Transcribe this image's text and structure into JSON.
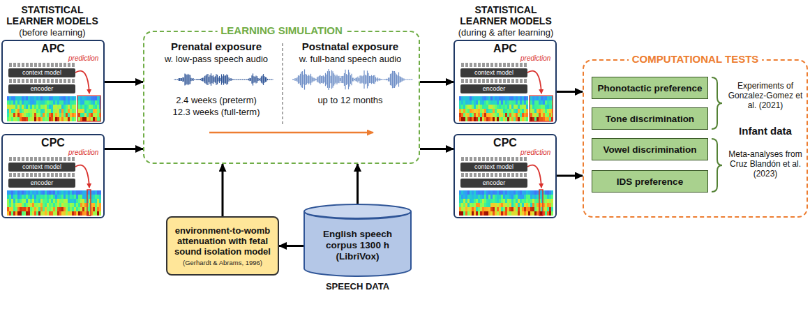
{
  "diagram": {
    "nodes": [
      {
        "text": [
          "APC"
        ]
      },
      {
        "text": [
          "context model"
        ],
        "in": 0
      },
      {
        "text": [
          "encoder"
        ],
        "in": 0
      },
      {
        "text": [
          "CPC"
        ]
      },
      {
        "text": [
          "context model"
        ],
        "in": 3
      },
      {
        "text": [
          "encoder"
        ],
        "in": 3
      },
      {
        "text": [
          "LEARNING SIMULATION",
          "Prenatal exposure",
          "w. low-pass speech audio",
          "2.4 weeks (preterm)",
          "12.3 weeks (full-term)",
          "Postnatal exposure",
          "w. full-band speech audio",
          "up to 12 months"
        ]
      },
      {
        "text": [
          "APC"
        ]
      },
      {
        "text": [
          "context model"
        ],
        "in": 7
      },
      {
        "text": [
          "encoder"
        ],
        "in": 7
      },
      {
        "text": [
          "CPC"
        ]
      },
      {
        "text": [
          "context model"
        ],
        "in": 10
      },
      {
        "text": [
          "encoder"
        ],
        "in": 10
      },
      {
        "text": [
          "COMPUTATIONAL TESTS"
        ]
      },
      {
        "text": [
          "Phonotactic preference"
        ],
        "in": 13
      },
      {
        "text": [
          "Tone discrimination"
        ],
        "in": 13
      },
      {
        "text": [
          "Vowel discrimination"
        ],
        "in": 13
      },
      {
        "text": [
          "IDS preference"
        ],
        "in": 13
      },
      {
        "text": [
          "environment-to-womb attenuation with fetal sound isolation model",
          "(Gerhardt & Abrams, 1996)"
        ]
      },
      {
        "text": [
          "English speech corpus 1300 h (LibriVox)"
        ]
      }
    ],
    "edges": [
      {
        "from": 0,
        "to": 6,
        "arrow": "to"
      },
      {
        "from": 3,
        "to": 6,
        "arrow": "to"
      },
      {
        "from": 6,
        "to": 7,
        "arrow": "to"
      },
      {
        "from": 6,
        "to": 10,
        "arrow": "to"
      },
      {
        "from": 7,
        "to": 13,
        "arrow": "to"
      },
      {
        "from": 10,
        "to": 13,
        "arrow": "to"
      },
      {
        "from": 18,
        "to": 6,
        "arrow": "to"
      },
      {
        "from": 19,
        "to": 6,
        "arrow": "to"
      },
      {
        "from": 19,
        "to": 18,
        "arrow": "to"
      }
    ],
    "labels": [
      "STATISTICAL LEARNER MODELS",
      "(before learning)",
      "prediction",
      "prediction",
      "STATISTICAL LEARNER MODELS",
      "(during & after learning)",
      "prediction",
      "prediction",
      "Experiments of Gonzalez-Gomez et al. (2021)",
      "Infant data",
      "Meta-analyses from Cruz Blandón et al. (2023)",
      "SPEECH DATA"
    ]
  }
}
